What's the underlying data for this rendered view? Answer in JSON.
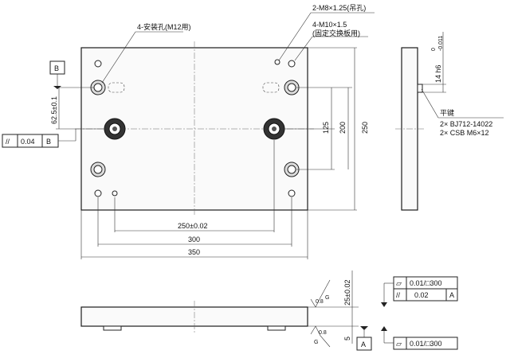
{
  "callouts": {
    "mounting_holes": "4-安装孔(M12用)",
    "lifting_holes": "2-M8×1.25(吊孔)",
    "fixing_holes_line1": "4-M10×1.5",
    "fixing_holes_line2": "(固定交换板用)"
  },
  "datums": {
    "b": "B",
    "a": "A"
  },
  "dimensions": {
    "offset_b": "62.5±0.1",
    "hole_pitch_250": "250±0.02",
    "width_300": "300",
    "width_350": "350",
    "height_125": "125",
    "height_200": "200",
    "height_250": "250",
    "thickness_25": "25±0.02",
    "foot_5": "5",
    "key_width": "14 h6",
    "key_tol_upper": "0",
    "key_tol_lower": "-0.011"
  },
  "key_note": {
    "title": "平键",
    "line1": "2× BJ712-14022",
    "line2": "2× CSB M6×12"
  },
  "tolerances": {
    "parallel_b": {
      "symbol": "//",
      "value": "0.04",
      "datum": "B"
    },
    "flat_top": {
      "symbol": "▱",
      "value": "0.01/□300"
    },
    "parallel_a": {
      "symbol": "//",
      "value": "0.02",
      "datum": "A"
    },
    "flat_bottom": {
      "symbol": "▱",
      "value": "0.01/□300"
    }
  },
  "surface_finish": {
    "top": "0.8",
    "bottom": "0.8",
    "process": "G"
  }
}
